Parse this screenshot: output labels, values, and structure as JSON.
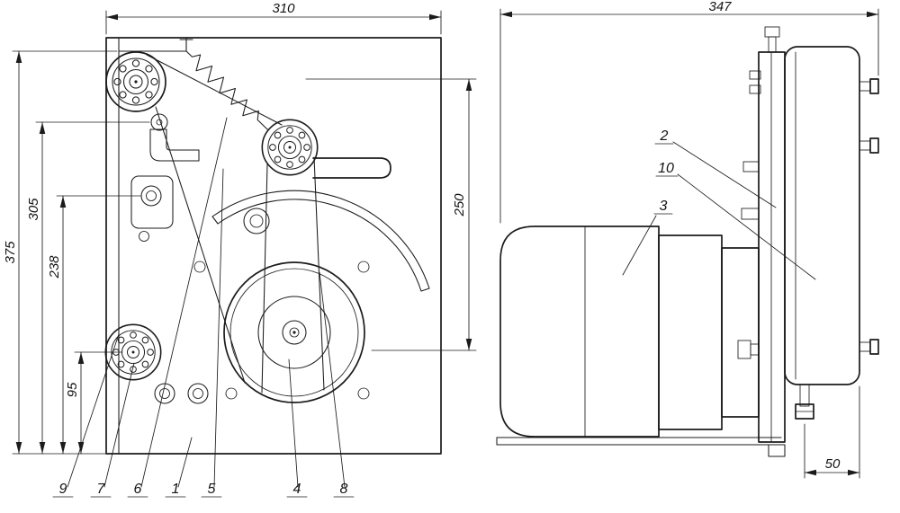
{
  "drawing": {
    "front_view": {
      "dimensions": {
        "width": "310",
        "height": "375",
        "height_305": "305",
        "height_238": "238",
        "height_95": "95",
        "height_250": "250"
      },
      "part_labels": {
        "n1": "1",
        "n4": "4",
        "n5": "5",
        "n6": "6",
        "n7": "7",
        "n8": "8",
        "n9": "9"
      }
    },
    "side_view": {
      "dimensions": {
        "width": "347",
        "depth_50": "50"
      },
      "part_labels": {
        "n2": "2",
        "n3": "3",
        "n10": "10"
      }
    },
    "colors": {
      "line": "#1b1b1b",
      "background": "#ffffff"
    }
  }
}
